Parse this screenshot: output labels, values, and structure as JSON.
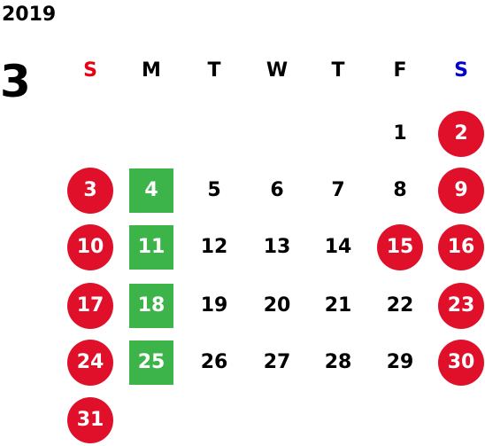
{
  "year": "2019",
  "month": "3",
  "colors": {
    "sunday_header": "#e60012",
    "saturday_header": "#0000cc",
    "weekday_header": "#000000",
    "holiday_fill": "#e0102b",
    "monday_fill": "#3cb44a",
    "normal_text": "#000000"
  },
  "weekday_headers": [
    "S",
    "M",
    "T",
    "W",
    "T",
    "F",
    "S"
  ],
  "first_weekday_index": 5,
  "days": [
    {
      "d": "1",
      "style": "normal"
    },
    {
      "d": "2",
      "style": "holiday"
    },
    {
      "d": "3",
      "style": "holiday"
    },
    {
      "d": "4",
      "style": "monday"
    },
    {
      "d": "5",
      "style": "normal"
    },
    {
      "d": "6",
      "style": "normal"
    },
    {
      "d": "7",
      "style": "normal"
    },
    {
      "d": "8",
      "style": "normal"
    },
    {
      "d": "9",
      "style": "holiday"
    },
    {
      "d": "10",
      "style": "holiday"
    },
    {
      "d": "11",
      "style": "monday"
    },
    {
      "d": "12",
      "style": "normal"
    },
    {
      "d": "13",
      "style": "normal"
    },
    {
      "d": "14",
      "style": "normal"
    },
    {
      "d": "15",
      "style": "holiday"
    },
    {
      "d": "16",
      "style": "holiday"
    },
    {
      "d": "17",
      "style": "holiday"
    },
    {
      "d": "18",
      "style": "monday"
    },
    {
      "d": "19",
      "style": "normal"
    },
    {
      "d": "20",
      "style": "normal"
    },
    {
      "d": "21",
      "style": "normal"
    },
    {
      "d": "22",
      "style": "normal"
    },
    {
      "d": "23",
      "style": "holiday"
    },
    {
      "d": "24",
      "style": "holiday"
    },
    {
      "d": "25",
      "style": "monday"
    },
    {
      "d": "26",
      "style": "normal"
    },
    {
      "d": "27",
      "style": "normal"
    },
    {
      "d": "28",
      "style": "normal"
    },
    {
      "d": "29",
      "style": "normal"
    },
    {
      "d": "30",
      "style": "holiday"
    },
    {
      "d": "31",
      "style": "holiday"
    }
  ]
}
